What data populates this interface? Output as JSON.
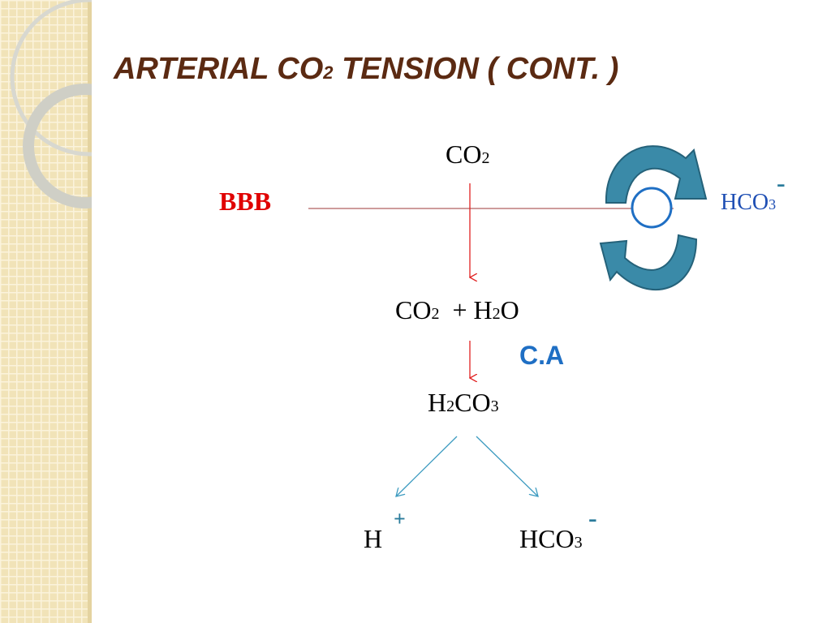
{
  "title": {
    "pre": "ARTERIAL CO",
    "sub": "2",
    "post": " TENSION ( CONT. )"
  },
  "labels": {
    "bbb": "BBB",
    "ca": "C.A",
    "co2_top": {
      "base": "CO",
      "sub": "2"
    },
    "hco3_right": {
      "base": "HCO",
      "sub": "3",
      "charge": "-"
    },
    "reaction": {
      "a": "CO",
      "a_sub": "2",
      "plus": "+ H",
      "b_sub": "2",
      "b_end": "O"
    },
    "h2co3": {
      "h": "H",
      "h_sub": "2",
      "co": "CO",
      "co_sub": "3"
    },
    "h_ion": {
      "base": "H",
      "charge": "+"
    },
    "hco3_bottom": {
      "base": "HCO",
      "sub": "3",
      "charge": "-"
    }
  },
  "colors": {
    "title": "#5b2a12",
    "bbb": "#e00000",
    "ca": "#1f6fc4",
    "hco3_right": "#1f4fb4",
    "arrow_red": "#e02020",
    "arrow_blue": "#3d9bc0",
    "barrier_line": "#b06060",
    "cycle_arrow": "#3a8aa8",
    "charge": "#2a7b9b"
  },
  "icons": {
    "cycle": "circular-arrows-icon",
    "transporter": "circle-transporter-icon"
  }
}
